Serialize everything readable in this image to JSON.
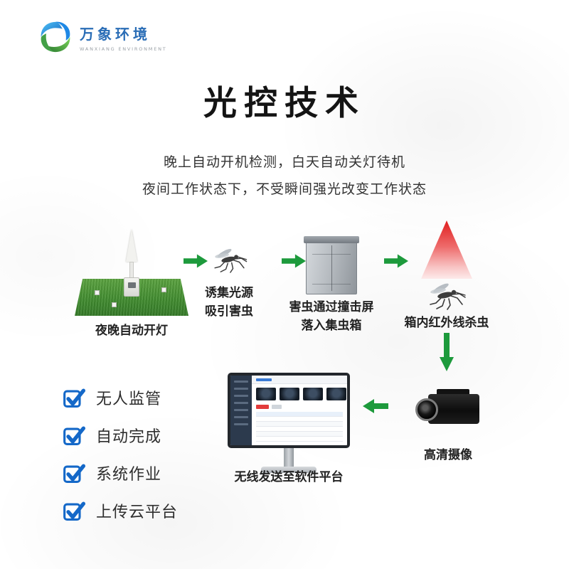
{
  "colors": {
    "arrow_green": "#1d9a3c",
    "check_blue": "#1468c8",
    "logo_blue": "#2a6db6",
    "triangle_red": "#e01f1f"
  },
  "logo": {
    "name": "万象环境",
    "name_en": "WANXIANG ENVIRONMENT"
  },
  "header": {
    "title": "光控技术",
    "desc_line1": "晚上自动开机检测，白天自动关灯待机",
    "desc_line2": "夜间工作状态下，不受瞬间强光改变工作状态"
  },
  "flow": {
    "step1_label": "夜晚自动开灯",
    "step2_label_line1": "诱集光源",
    "step2_label_line2": "吸引害虫",
    "step3_label_line1": "害虫通过撞击屏",
    "step3_label_line2": "落入集虫箱",
    "step4_label": "箱内红外线杀虫",
    "step5_label": "高清摄像",
    "step6_label": "无线发送至软件平台"
  },
  "checklist": {
    "items": [
      {
        "label": "无人监管"
      },
      {
        "label": "自动完成"
      },
      {
        "label": "系统作业"
      },
      {
        "label": "上传云平台"
      }
    ]
  }
}
